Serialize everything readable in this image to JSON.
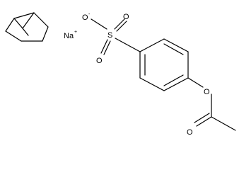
{
  "diagram": {
    "type": "chemical-structure",
    "components": [
      "bicyclic-hydrocarbon",
      "sodium-cation",
      "aryl-sulfonate-acetate"
    ],
    "labels": {
      "sodium": "Na",
      "sodium_charge": "+",
      "sulfonate_oxygen_top": "O",
      "sulfonate_oxygen_charge": "-",
      "sulfur": "S",
      "sulfonyl_oxygen_right": "O",
      "sulfonyl_oxygen_bottom": "O",
      "ester_oxygen": "O",
      "carbonyl_oxygen": "O"
    },
    "colors": {
      "bond": "#000000",
      "text": "#000000",
      "background": "#ffffff"
    }
  }
}
